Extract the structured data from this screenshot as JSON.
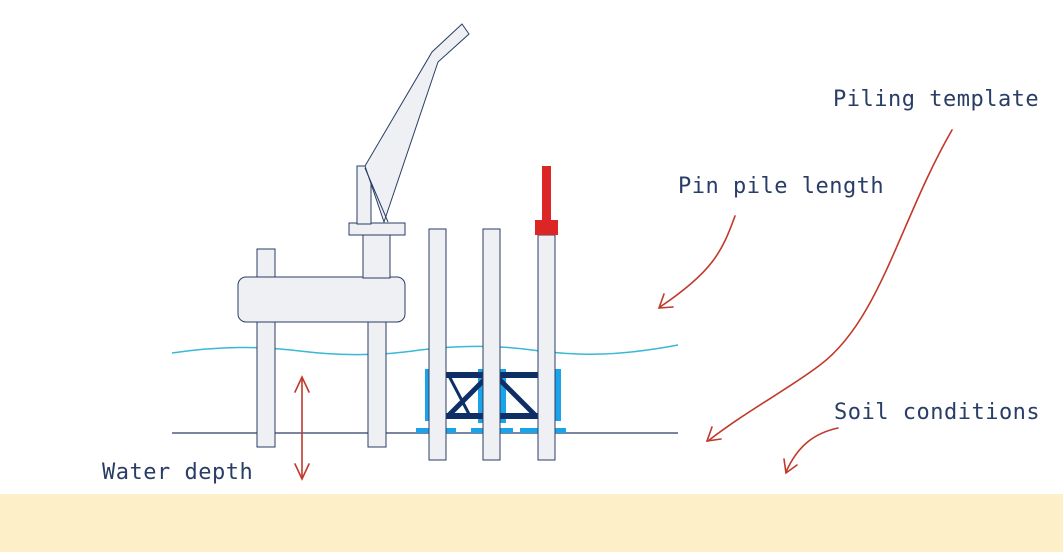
{
  "labels": {
    "piling_template": "Piling template",
    "pin_pile_length": "Pin pile length",
    "soil_conditions": "Soil conditions",
    "water_depth": "Water depth"
  },
  "colors": {
    "structure_fill": "#eef0f4",
    "structure_stroke": "#2a3d66",
    "template_blue": "#1aa3e8",
    "template_dark": "#0d2f66",
    "hammer_red": "#dc2626",
    "arrow_red": "#c0392b",
    "water_line": "#39b8d8",
    "seabed_line": "#2a3d66",
    "soil_fill": "#fdefc8",
    "label_text": "#2a3d66"
  }
}
